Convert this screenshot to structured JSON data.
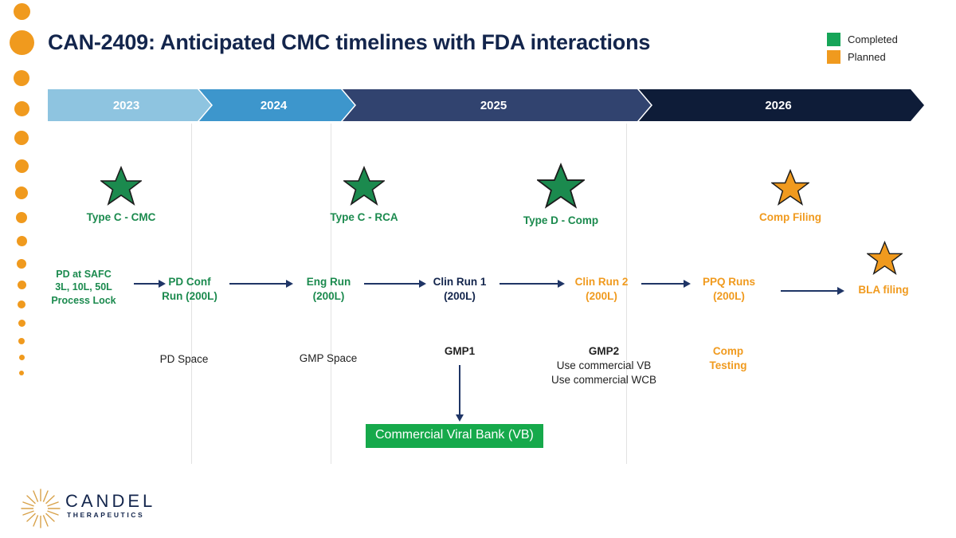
{
  "title": "CAN-2409: Anticipated CMC timelines with FDA interactions",
  "colors": {
    "completed_green": "#1B8A4E",
    "planned_orange": "#F09A1E",
    "navy": "#13254C",
    "arrow_navy": "#1F3566",
    "vb_green": "#16A94B",
    "year_2023": "#8EC4E0",
    "year_2024": "#3D96CC",
    "year_2025": "#31436F",
    "year_2026": "#0E1C38",
    "divider": "#E2E2E2",
    "dot_orange": "#F09A1E"
  },
  "legend": {
    "items": [
      {
        "label": "Completed",
        "color": "#16A558"
      },
      {
        "label": "Planned",
        "color": "#F09A1E"
      }
    ]
  },
  "timeline": {
    "years": [
      {
        "label": "2023",
        "color": "#8EC4E0"
      },
      {
        "label": "2024",
        "color": "#3D96CC"
      },
      {
        "label": "2025",
        "color": "#31436F"
      },
      {
        "label": "2026",
        "color": "#0E1C38"
      }
    ]
  },
  "milestones": [
    {
      "label": "Type C - CMC",
      "status": "Completed",
      "color": "#1B8A4E"
    },
    {
      "label": "Type C - RCA",
      "status": "Completed",
      "color": "#1B8A4E"
    },
    {
      "label": "Type D - Comp",
      "status": "Completed",
      "color": "#1B8A4E"
    },
    {
      "label": "Comp Filing",
      "status": "Planned",
      "color": "#F09A1E"
    },
    {
      "label": "BLA filing",
      "status": "Planned",
      "color": "#F09A1E"
    }
  ],
  "process_steps": [
    {
      "lines": [
        "PD at SAFC",
        "3L, 10L, 50L",
        "Process Lock"
      ],
      "color": "#1B8A4E"
    },
    {
      "lines": [
        "PD Conf",
        "Run (200L)"
      ],
      "color": "#1B8A4E"
    },
    {
      "lines": [
        "Eng Run",
        "(200L)"
      ],
      "color": "#1B8A4E"
    },
    {
      "lines": [
        "Clin Run 1",
        "(200L)"
      ],
      "color": "#13254C"
    },
    {
      "lines": [
        "Clin Run 2",
        "(200L)"
      ],
      "color": "#F09A1E"
    },
    {
      "lines": [
        "PPQ Runs",
        "(200L)"
      ],
      "color": "#F09A1E"
    },
    {
      "lines": [
        "BLA filing"
      ],
      "color": "#F09A1E"
    }
  ],
  "notes": {
    "pd_space": "PD Space",
    "gmp_space": "GMP Space",
    "gmp1": "GMP1",
    "gmp2": {
      "header": "GMP2",
      "lines": [
        "Use commercial VB",
        "Use commercial WCB"
      ]
    },
    "comp_testing": [
      "Comp",
      "Testing"
    ],
    "viral_bank_box": "Commercial Viral Bank (VB)"
  },
  "logo": {
    "word": "CANDEL",
    "sub": "THERAPEUTICS"
  }
}
